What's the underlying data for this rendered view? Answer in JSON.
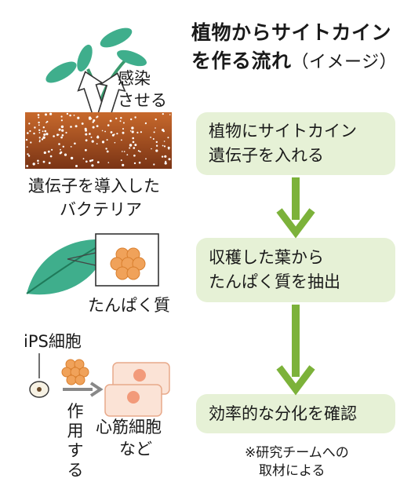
{
  "title": {
    "line1": "植物からサイトカイン",
    "line2_main": "を作る流れ",
    "line2_sub": "（イメージ）"
  },
  "illustration": {
    "infect_label": [
      "感染",
      "させる"
    ],
    "bacteria_label": [
      "遺伝子を導入した",
      "バクテリア"
    ],
    "protein_label": "たんぱく質",
    "ips_label": "iPS細胞",
    "act_label": [
      "作",
      "用",
      "する"
    ],
    "cells_label": [
      "心筋細胞",
      "など"
    ]
  },
  "steps": [
    {
      "lines": [
        "植物にサイトカイン",
        "遺伝子を入れる"
      ]
    },
    {
      "lines": [
        "収穫した葉から",
        "たんぱく質を抽出"
      ]
    },
    {
      "lines": [
        "効率的な分化を確認"
      ]
    }
  ],
  "source_note": [
    "※研究チームへの",
    "取材による"
  ],
  "colors": {
    "step_bg": "#e6f1d6",
    "arrow": "#7cb23a",
    "soil": "#b35a26",
    "leaf": "#3fae8c",
    "cell": "#f0a25a"
  }
}
